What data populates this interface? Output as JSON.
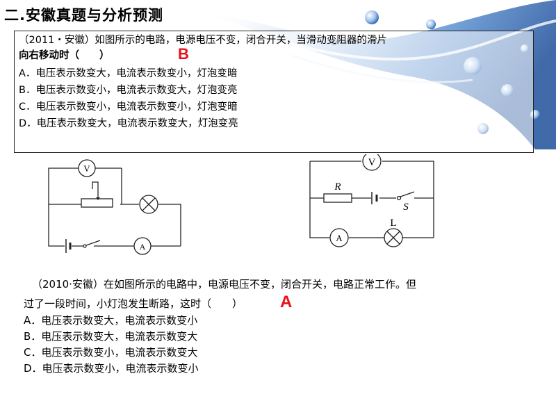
{
  "slide": {
    "title": "二.安徽真题与分析预测"
  },
  "q1": {
    "stem_line1": "（2011・安徽）如图所示的电路，电源电压不变，闭合开关，当滑动变阻器的滑片",
    "stem_line2": "向右移动时（　　）",
    "answer": "B",
    "options": [
      "A．电压表示数变大，电流表示数变小，灯泡变暗",
      "B．电压表示数变小，电流表示数变大，灯泡变亮",
      "C．电压表示数变小，电流表示数变小，灯泡变暗",
      "D．电压表示数变大，电流表示数变大，灯泡变亮"
    ]
  },
  "circuit1": {
    "voltmeter": "V",
    "ammeter": "A"
  },
  "circuit2": {
    "voltmeter": "V",
    "ammeter": "A",
    "resistor": "R",
    "switch": "S",
    "lamp": "L"
  },
  "q2": {
    "stem_line1": "（2010·安徽）在如图所示的电路中，电源电压不变，闭合开关，电路正常工作。但",
    "stem_line2": "过了一段时间，小灯泡发生断路，这时（　　）",
    "answer": "A",
    "options": [
      "A．电压表示数变大，电流表示数变小",
      "B．电压表示数变大，电流表示数变大",
      "C．电压表示数变小，电流表示数变大",
      "D．电压表示数变小，电流表示数变小"
    ]
  }
}
